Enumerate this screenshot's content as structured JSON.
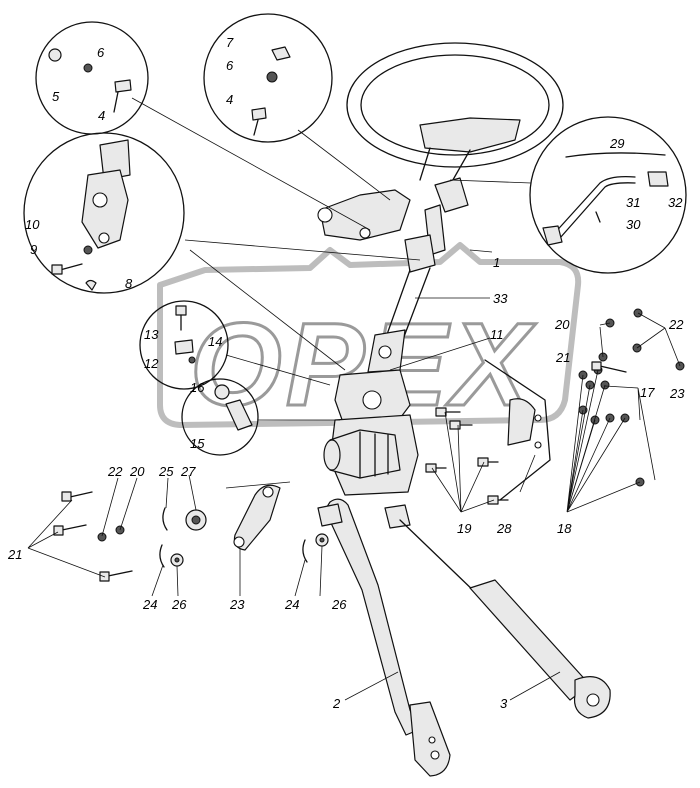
{
  "watermark": {
    "text": "OPEX"
  },
  "callouts": {
    "l1": "1",
    "l2": "2",
    "l3": "3",
    "l4a": "4",
    "l4b": "4",
    "l5": "5",
    "l6a": "6",
    "l6b": "6",
    "l7": "7",
    "l8": "8",
    "l9": "9",
    "l10": "10",
    "l11": "11",
    "l12": "12",
    "l13": "13",
    "l14": "14",
    "l15": "15",
    "l16": "16",
    "l17": "17",
    "l18": "18",
    "l19": "19",
    "l20a": "20",
    "l20b": "20",
    "l21a": "21",
    "l21b": "21",
    "l22a": "22",
    "l22b": "22",
    "l23a": "23",
    "l23b": "23",
    "l24a": "24",
    "l24b": "24",
    "l25": "25",
    "l26a": "26",
    "l26b": "26",
    "l27": "27",
    "l28": "28",
    "l29": "29",
    "l30": "30",
    "l31": "31",
    "l32": "32",
    "l33": "33"
  }
}
